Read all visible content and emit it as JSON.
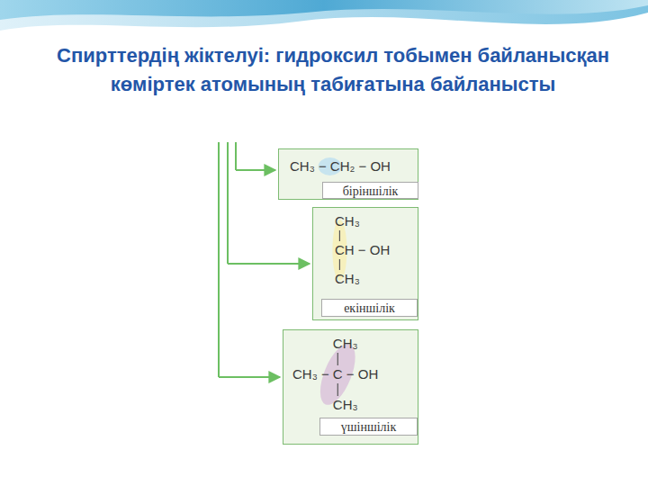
{
  "diagram": {
    "title": "Спирттердің жіктелуі: гидроксил тобымен байланысқан көміртек атомының табиғатына байланысты",
    "nodes": [
      {
        "text": [
          "CH₃ − CH₂ − OH"
        ]
      },
      {
        "text": [
          "біріншілік"
        ],
        "in": 0
      },
      {
        "text": [
          "CH₃",
          "CH − OH",
          "CH₃"
        ]
      },
      {
        "text": [
          "екіншілік"
        ],
        "in": 2
      },
      {
        "text": [
          "CH₃",
          "CH₃ − C − OH",
          "CH₃"
        ]
      },
      {
        "text": [
          "үшіншілік"
        ],
        "in": 4
      }
    ]
  }
}
